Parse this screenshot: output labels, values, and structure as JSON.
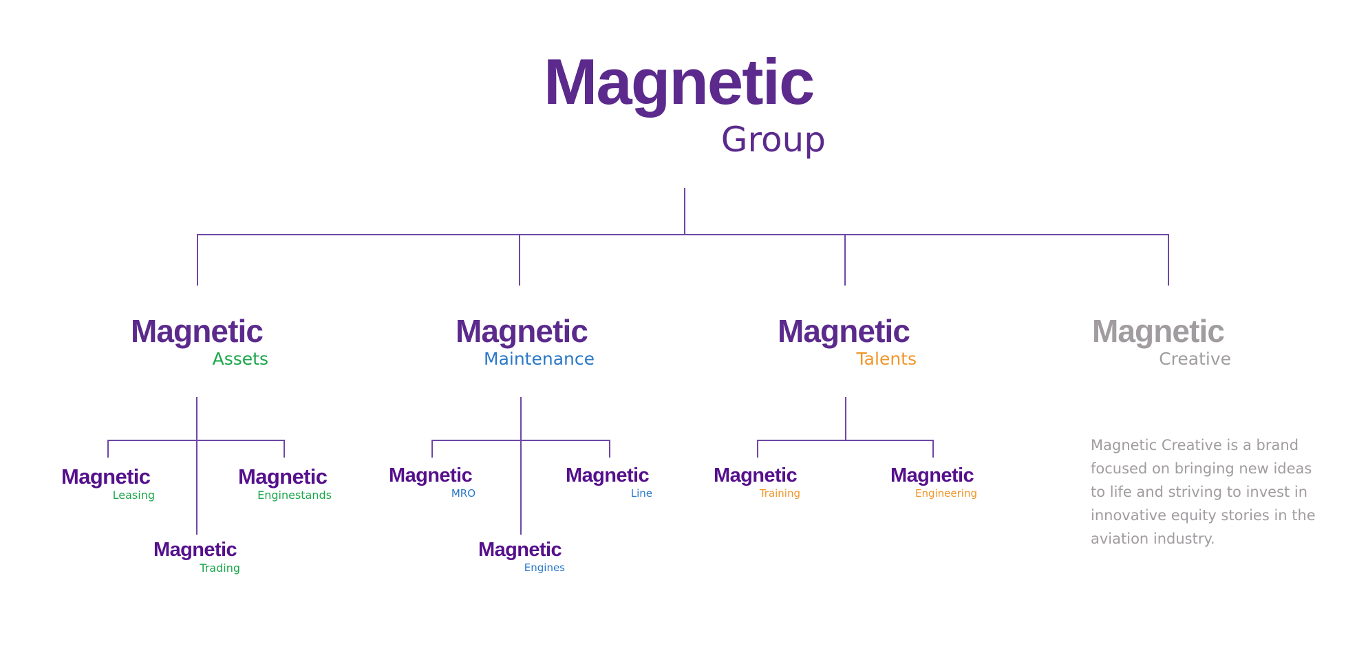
{
  "colors": {
    "brand_purple": "#5b2a8c",
    "connector": "#6f46a6",
    "assets_green": "#1aa64a",
    "maintenance_blue": "#2a78c8",
    "talents_orange": "#f0962a",
    "creative_grey": "#a09c9f"
  },
  "root": {
    "brand": "Magnetic",
    "division": "Group"
  },
  "divisions": [
    {
      "brand": "Magnetic",
      "division": "Assets",
      "children": [
        {
          "brand": "Magnetic",
          "label": "Leasing"
        },
        {
          "brand": "Magnetic",
          "label": "Enginestands"
        },
        {
          "brand": "Magnetic",
          "label": "Trading"
        }
      ]
    },
    {
      "brand": "Magnetic",
      "division": "Maintenance",
      "children": [
        {
          "brand": "Magnetic",
          "label": "MRO"
        },
        {
          "brand": "Magnetic",
          "label": "Line"
        },
        {
          "brand": "Magnetic",
          "label": "Engines"
        }
      ]
    },
    {
      "brand": "Magnetic",
      "division": "Talents",
      "children": [
        {
          "brand": "Magnetic",
          "label": "Training"
        },
        {
          "brand": "Magnetic",
          "label": "Engineering"
        }
      ]
    },
    {
      "brand": "Magnetic",
      "division": "Creative",
      "description": "Magnetic Creative is a brand focused on bringing new ideas to life and striving to invest in innovative equity stories in the aviation industry."
    }
  ]
}
